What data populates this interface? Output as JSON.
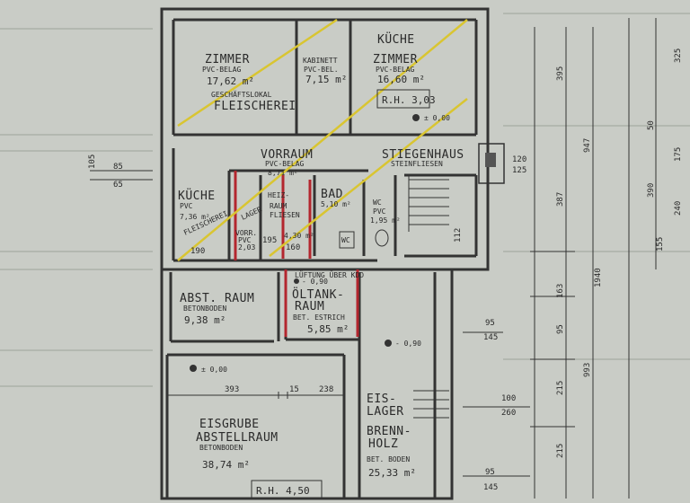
{
  "rooms": {
    "zimmer": {
      "name": "ZIMMER",
      "floor": "PVC-BELAG",
      "area": "17,62 m²",
      "extra1": "GESCHÄFTSLOKAL",
      "extra2": "FLEISCHEREI"
    },
    "kabinett": {
      "name": "KABINETT",
      "floor": "PVC-BEL.",
      "area": "7,15 m²"
    },
    "kuche_zimmer": {
      "name1": "KÜCHE",
      "name2": "ZIMMER",
      "floor": "PVC-BELAG",
      "area": "16,60 m²",
      "rh": "R.H. 3,03",
      "level": "± 0,00"
    },
    "vorraum": {
      "name": "VORRAUM",
      "floor": "PVC-BELAG",
      "area": "8,71 m²"
    },
    "stiegenhaus": {
      "name": "STIEGENHAUS",
      "floor": "STEINFLIESEN"
    },
    "kuche": {
      "name": "KÜCHE",
      "floor": "PVC",
      "area": "7,36 m²"
    },
    "heizraum": {
      "name1": "HEIZ-",
      "name2": "RAUM",
      "floor": "FLIESEN",
      "area": "4,30 m²"
    },
    "vorr": {
      "name": "VORR.",
      "floor": "PVC",
      "area": "2,03"
    },
    "bad": {
      "name": "BAD",
      "area": "5,10 m²"
    },
    "wc": {
      "name": "WC",
      "floor": "PVC",
      "area": "1,95 m²",
      "fixture": "WC"
    },
    "abst_raum": {
      "name": "ABST. RAUM",
      "floor": "BETONBODEN",
      "area": "9,38 m²"
    },
    "oltank": {
      "name1": "ÖLTANK-",
      "name2": "RAUM",
      "floor": "BET. ESTRICH",
      "area": "5,85 m²"
    },
    "eisgrube": {
      "name1": "EISGRUBE",
      "name2": "ABSTELLRAUM",
      "floor": "BETONBODEN",
      "area": "38,74 m²",
      "rh": "R.H. 4,50",
      "level": "± 0,00"
    },
    "eislager": {
      "name1": "EIS-",
      "name2": "LAGER",
      "name3": "BRENN-",
      "name4": "HOLZ",
      "floor": "BET. BODEN",
      "area": "25,33 m²",
      "level": "- 0,90"
    }
  },
  "labels": {
    "lueftung": "LÜFTUNG ÜBER KDD",
    "level_oltank": "- 0,90",
    "diagonal1": "FLEISCHEREI",
    "diagonal2": "LAGER"
  },
  "dimensions": {
    "d393": "393",
    "d15": "15",
    "d238": "238",
    "d85": "85",
    "d65": "65",
    "d105": "105",
    "d95a": "95",
    "d145a": "145",
    "d100": "100",
    "d260": "260",
    "d95b": "95",
    "d145b": "145",
    "d190": "190",
    "d195": "195",
    "d160": "160",
    "d112": "112",
    "d120": "120",
    "d125": "125",
    "d215a": "215",
    "d215b": "215",
    "d95v": "95",
    "d163": "163",
    "d387": "387",
    "d395": "395",
    "d947": "947",
    "d1940": "1940",
    "d993": "993",
    "d390": "390",
    "d240": "240",
    "d325": "325",
    "d155": "155",
    "d175": "175",
    "d50": "50"
  },
  "colors": {
    "paper": "#c9ccc6",
    "wall": "#333333",
    "red_line": "#b3262e",
    "yellow_line": "#d9c531"
  }
}
